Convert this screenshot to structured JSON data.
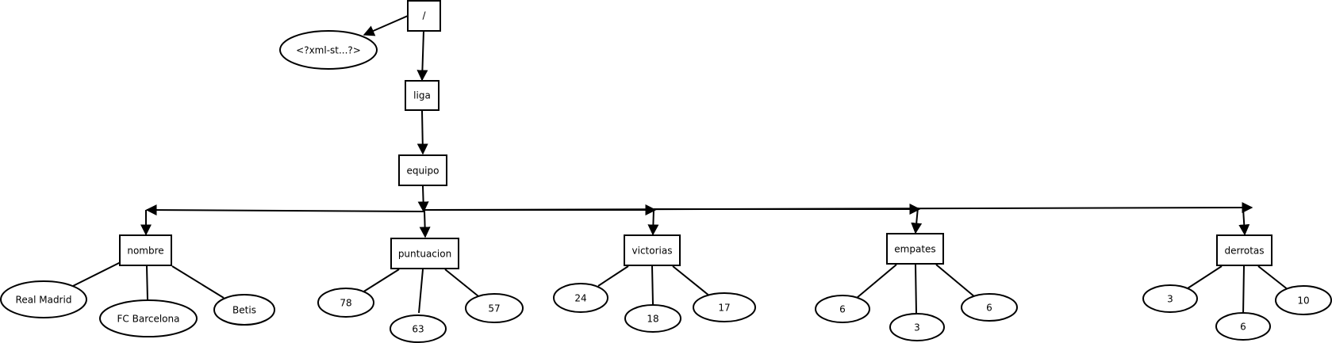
{
  "diagram": {
    "nodes": [
      {
        "id": "root",
        "label": "/"
      },
      {
        "id": "pi",
        "label": "<?xml-st...?>"
      },
      {
        "id": "liga",
        "label": "liga"
      },
      {
        "id": "equipo",
        "label": "equipo"
      },
      {
        "id": "nombre",
        "label": "nombre"
      },
      {
        "id": "puntuacion",
        "label": "puntuacion"
      },
      {
        "id": "victorias",
        "label": "victorias"
      },
      {
        "id": "empates",
        "label": "empates"
      },
      {
        "id": "derrotas",
        "label": "derrotas"
      },
      {
        "id": "n_madrid",
        "label": "Real Madrid"
      },
      {
        "id": "n_barcelona",
        "label": "FC Barcelona"
      },
      {
        "id": "n_betis",
        "label": "Betis"
      },
      {
        "id": "p_78",
        "label": "78"
      },
      {
        "id": "p_63",
        "label": "63"
      },
      {
        "id": "p_57",
        "label": "57"
      },
      {
        "id": "v_24",
        "label": "24"
      },
      {
        "id": "v_18",
        "label": "18"
      },
      {
        "id": "v_17",
        "label": "17"
      },
      {
        "id": "e_6a",
        "label": "6"
      },
      {
        "id": "e_3",
        "label": "3"
      },
      {
        "id": "e_6b",
        "label": "6"
      },
      {
        "id": "d_3",
        "label": "3"
      },
      {
        "id": "d_6",
        "label": "6"
      },
      {
        "id": "d_10",
        "label": "10"
      }
    ]
  },
  "colors": {
    "stroke": "#000000",
    "fill": "#ffffff"
  }
}
